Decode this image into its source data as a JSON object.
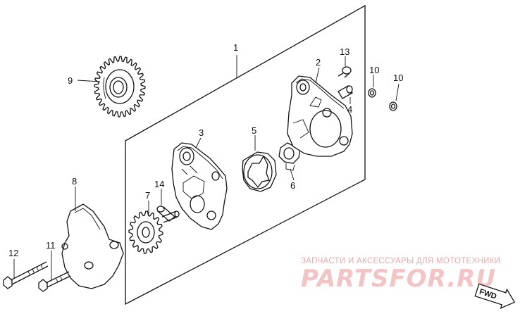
{
  "diagram": {
    "callouts": {
      "c1": "1",
      "c2": "2",
      "c3": "3",
      "c4": "4",
      "c5": "5",
      "c6": "6",
      "c7": "7",
      "c8": "8",
      "c9": "9",
      "c10a": "10",
      "c10b": "10",
      "c11": "11",
      "c12": "12",
      "c13": "13",
      "c14": "14"
    },
    "direction_label": "FWD",
    "line_color": "#111111",
    "background": "#ffffff"
  },
  "watermark": {
    "tagline": "ЗАПЧАСТИ И АКСЕССУАРЫ ДЛЯ МОТОТЕХНИКИ",
    "brand": "PARTSFOR.RU",
    "color": "#f2c4c4"
  }
}
